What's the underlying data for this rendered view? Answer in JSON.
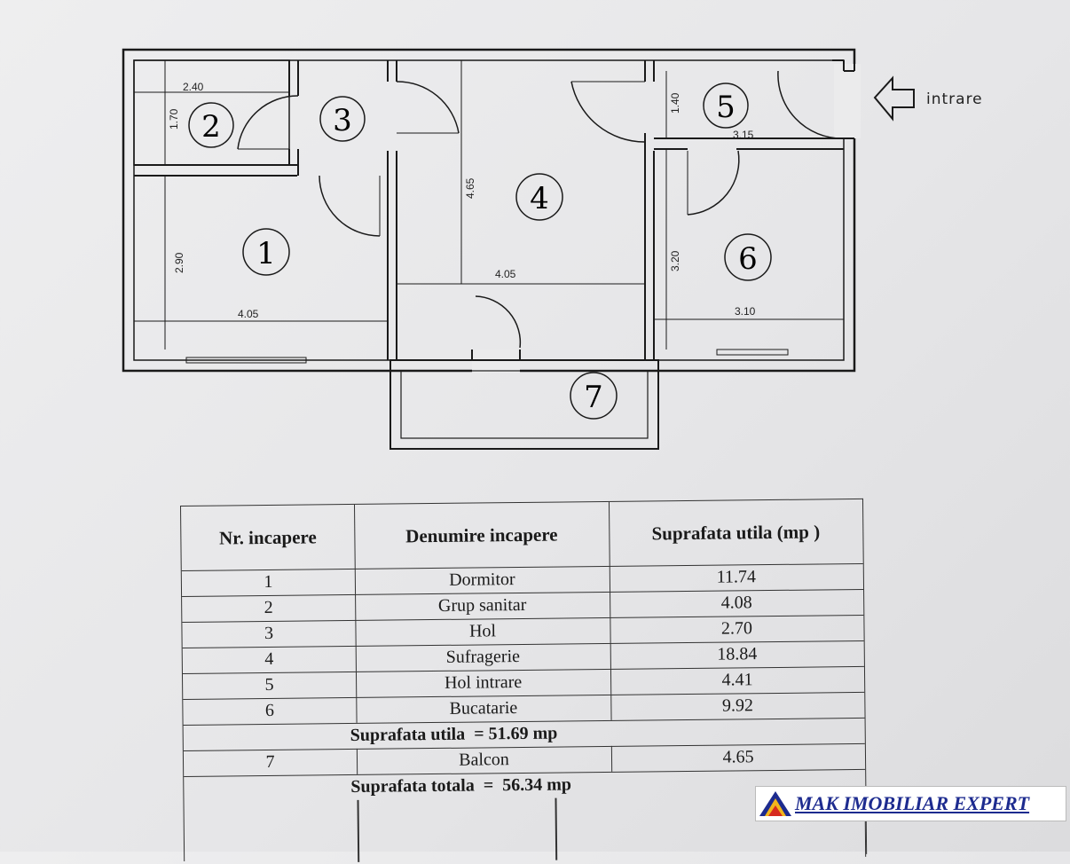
{
  "plan": {
    "rooms": [
      "1",
      "2",
      "3",
      "4",
      "5",
      "6",
      "7"
    ],
    "dimensions": {
      "r1_height": "2.90",
      "r1_width": "4.05",
      "r2_width": "2.40",
      "r2_height": "1.70",
      "r4_height": "4.65",
      "r4_width": "4.05",
      "r5_height": "1.40",
      "r5_width": "3.15",
      "r6_height": "3.20",
      "r6_width": "3.10"
    },
    "entry_label": "intrare"
  },
  "table": {
    "headers": [
      "Nr. incapere",
      "Denumire incapere",
      "Suprafata utila (mp )"
    ],
    "rows": [
      {
        "nr": "1",
        "name": "Dormitor",
        "area": "11.74"
      },
      {
        "nr": "2",
        "name": "Grup sanitar",
        "area": "4.08"
      },
      {
        "nr": "3",
        "name": "Hol",
        "area": "2.70"
      },
      {
        "nr": "4",
        "name": "Sufragerie",
        "area": "18.84"
      },
      {
        "nr": "5",
        "name": "Hol intrare",
        "area": "4.41"
      },
      {
        "nr": "6",
        "name": "Bucatarie",
        "area": "9.92"
      }
    ],
    "subtotal": {
      "label": "Suprafata utila",
      "eq": "=",
      "value": "51.69 mp"
    },
    "balcony": {
      "nr": "7",
      "name": "Balcon",
      "area": "4.65"
    },
    "total": {
      "label": "Suprafata totala",
      "eq": "=",
      "value": "56.34 mp"
    }
  },
  "logo": {
    "text": "MAK IMOBILIAR EXPERT",
    "colors": [
      "#1d2b8f",
      "#d62a1e",
      "#f2b61c"
    ]
  }
}
